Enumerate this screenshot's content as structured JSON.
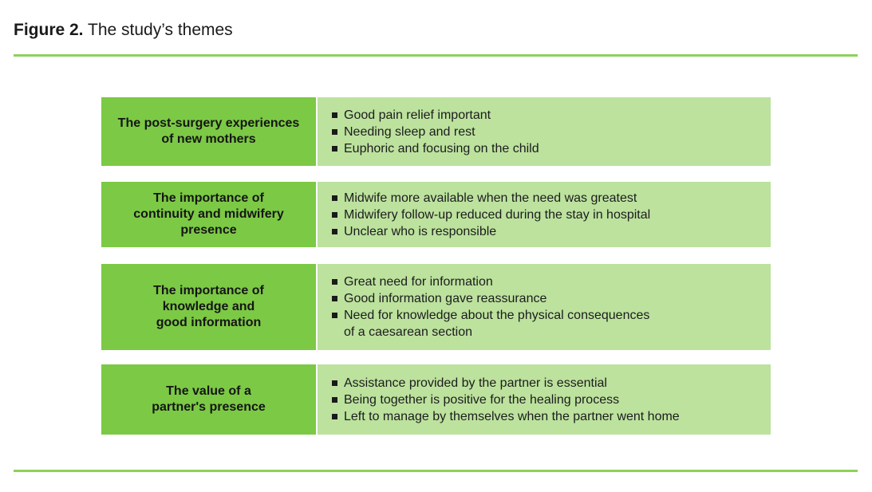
{
  "title": {
    "figure_label": "Figure 2.",
    "text": " The study’s themes"
  },
  "colors": {
    "theme_box_green": "#7cc945",
    "details_box_green": "#bce29e",
    "divider_green": "#8ed159",
    "text_dark": "#1a1a1a"
  },
  "rows": [
    {
      "theme": "The post-surgery experiences\nof new mothers",
      "bullets": [
        "Good pain relief important",
        "Needing sleep and rest",
        "Euphoric and focusing on the child"
      ]
    },
    {
      "theme": "The importance of\ncontinuity and midwifery\npresence",
      "bullets": [
        "Midwife more available when the need was greatest",
        "Midwifery follow-up reduced during the stay in hospital",
        "Unclear who is responsible"
      ]
    },
    {
      "theme": "The importance of\nknowledge and\ngood information",
      "bullets": [
        "Great need for information",
        "Good information gave reassurance",
        "Need for knowledge about the physical consequences\nof a caesarean section"
      ]
    },
    {
      "theme": "The value of a\npartner's presence",
      "bullets": [
        "Assistance provided by the partner is essential",
        "Being together is positive for the healing process",
        "Left to  manage by themselves when the partner went home"
      ]
    }
  ]
}
